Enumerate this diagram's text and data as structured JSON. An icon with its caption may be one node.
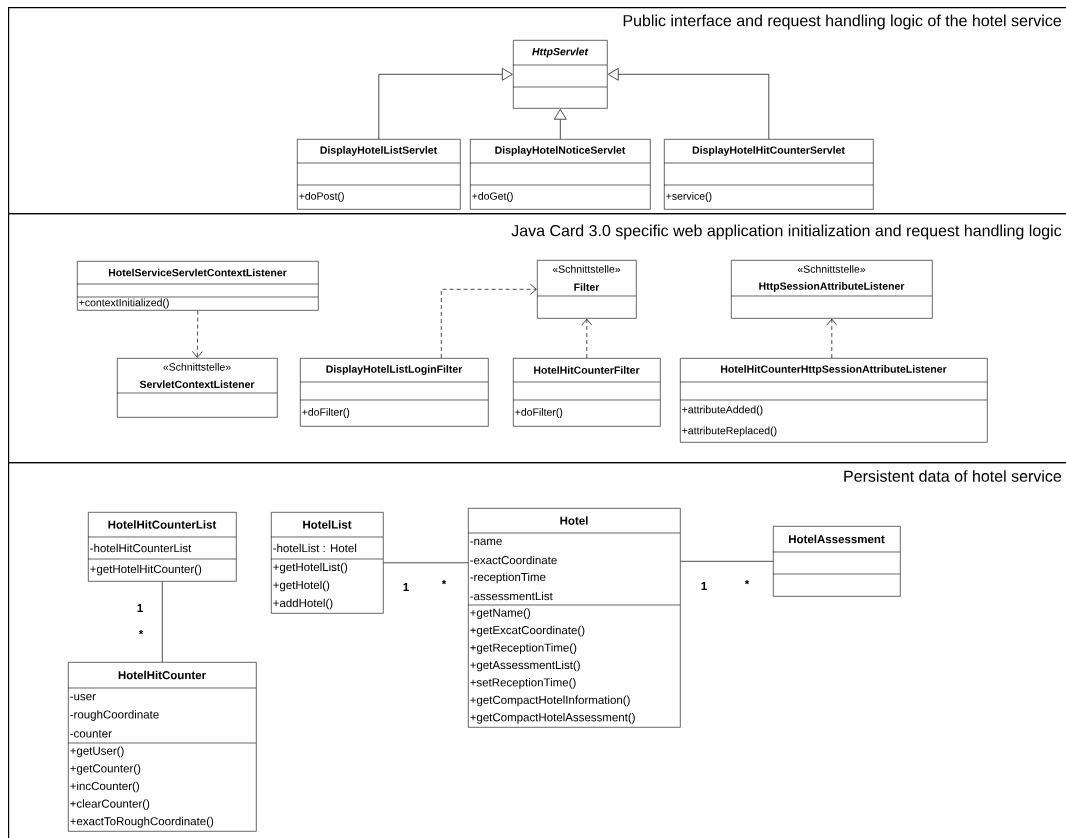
{
  "diagram": {
    "nodes": [
      {
        "text": [
          "Public interface and request handling logic of the hotel service"
        ]
      },
      {
        "text": [
          "HttpServlet"
        ],
        "in": 0
      },
      {
        "text": [
          "DisplayHotelListServlet",
          "+doPost()"
        ],
        "in": 0
      },
      {
        "text": [
          "DisplayHotelNoticeServlet",
          "+doGet()"
        ],
        "in": 0
      },
      {
        "text": [
          "DisplayHotelHitCounterServlet",
          "+service()"
        ],
        "in": 0
      },
      {
        "text": [
          "Java Card 3.0 specific web application initialization and request handling logic"
        ]
      },
      {
        "text": [
          "HotelServiceServletContextListener",
          "+contextInitialized()"
        ],
        "in": 5
      },
      {
        "text": [
          "«Schnittstelle»",
          "Filter"
        ],
        "in": 5
      },
      {
        "text": [
          "«Schnittstelle»",
          "HttpSessionAttributeListener"
        ],
        "in": 5
      },
      {
        "text": [
          "«Schnittstelle»",
          "ServletContextListener"
        ],
        "in": 5
      },
      {
        "text": [
          "DisplayHotelListLoginFilter",
          "+doFilter()"
        ],
        "in": 5
      },
      {
        "text": [
          "HotelHitCounterFilter",
          "+doFilter()"
        ],
        "in": 5
      },
      {
        "text": [
          "HotelHitCounterHttpSessionAttributeListener",
          "+attributeAdded()",
          "+attributeReplaced()"
        ],
        "in": 5
      },
      {
        "text": [
          "Persistent data of hotel service"
        ]
      },
      {
        "text": [
          "HotelHitCounterList",
          "-hotelHitCounterList",
          "+getHotelHitCounter()"
        ],
        "in": 13
      },
      {
        "text": [
          "HotelList",
          "-hotelList : Hotel",
          "+getHotelList()",
          "+getHotel()",
          "+addHotel()"
        ],
        "in": 13
      },
      {
        "text": [
          "Hotel",
          "-name",
          "-exactCoordinate",
          "-receptionTime",
          "-assessmentList",
          "+getName()",
          "+getExcatCoordinate()",
          "+getReceptionTime()",
          "+getAssessmentList()",
          "+setReceptionTime()",
          "+getCompactHotelInformation()",
          "+getCompactHotelAssessment()"
        ],
        "in": 13
      },
      {
        "text": [
          "HotelAssessment"
        ],
        "in": 13
      },
      {
        "text": [
          "HotelHitCounter",
          "-user",
          "-roughCoordinate",
          "-counter",
          "+getUser()",
          "+getCounter()",
          "+incCounter()",
          "+clearCounter()",
          "+exactToRoughCoordinate()"
        ],
        "in": 13
      }
    ],
    "edges": [
      {
        "from": 2,
        "to": 1,
        "arrow": "to"
      },
      {
        "from": 3,
        "to": 1,
        "arrow": "to"
      },
      {
        "from": 4,
        "to": 1,
        "arrow": "to"
      },
      {
        "from": 6,
        "to": 9,
        "arrow": "to",
        "style": "dashed"
      },
      {
        "from": 10,
        "to": 7,
        "arrow": "to",
        "style": "dashed"
      },
      {
        "from": 11,
        "to": 7,
        "arrow": "to",
        "style": "dashed"
      },
      {
        "from": 12,
        "to": 8,
        "arrow": "to",
        "style": "dashed"
      },
      {
        "from": 14,
        "to": 18,
        "arrow": "none"
      },
      {
        "from": 15,
        "to": 16,
        "arrow": "none"
      },
      {
        "from": 16,
        "to": 17,
        "arrow": "none"
      }
    ],
    "labels": [
      "1",
      "*",
      "1",
      "*",
      "1",
      "*"
    ]
  }
}
